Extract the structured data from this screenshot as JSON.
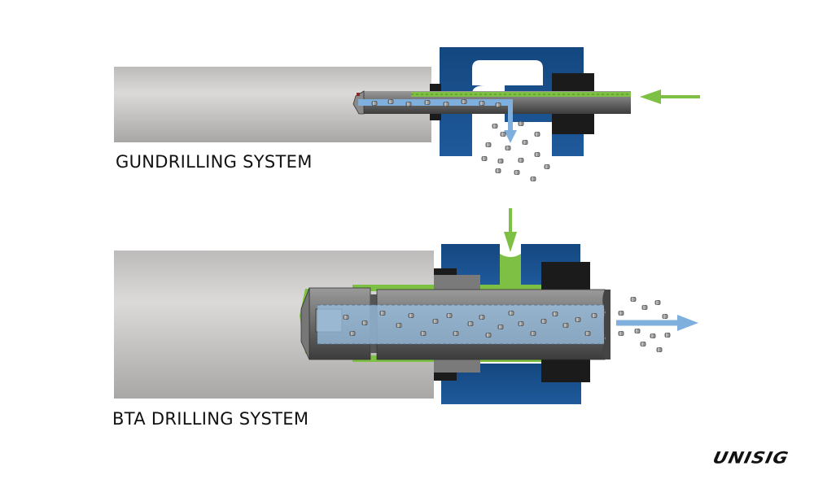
{
  "diagrams": {
    "gundrilling": {
      "title": "GUNDRILLING SYSTEM"
    },
    "bta": {
      "title": "BTA DRILLING SYSTEM"
    }
  },
  "brand": {
    "logo": "UNISIG"
  },
  "colors": {
    "workpiece": "#cfcdcc",
    "housing_blue": "#1f4f8f",
    "coolant_green": "#7dc043",
    "chip_flow_blue": "#7fb0dd",
    "tool_gray": "#6f6f6f",
    "seal_black": "#1b1b1b"
  }
}
